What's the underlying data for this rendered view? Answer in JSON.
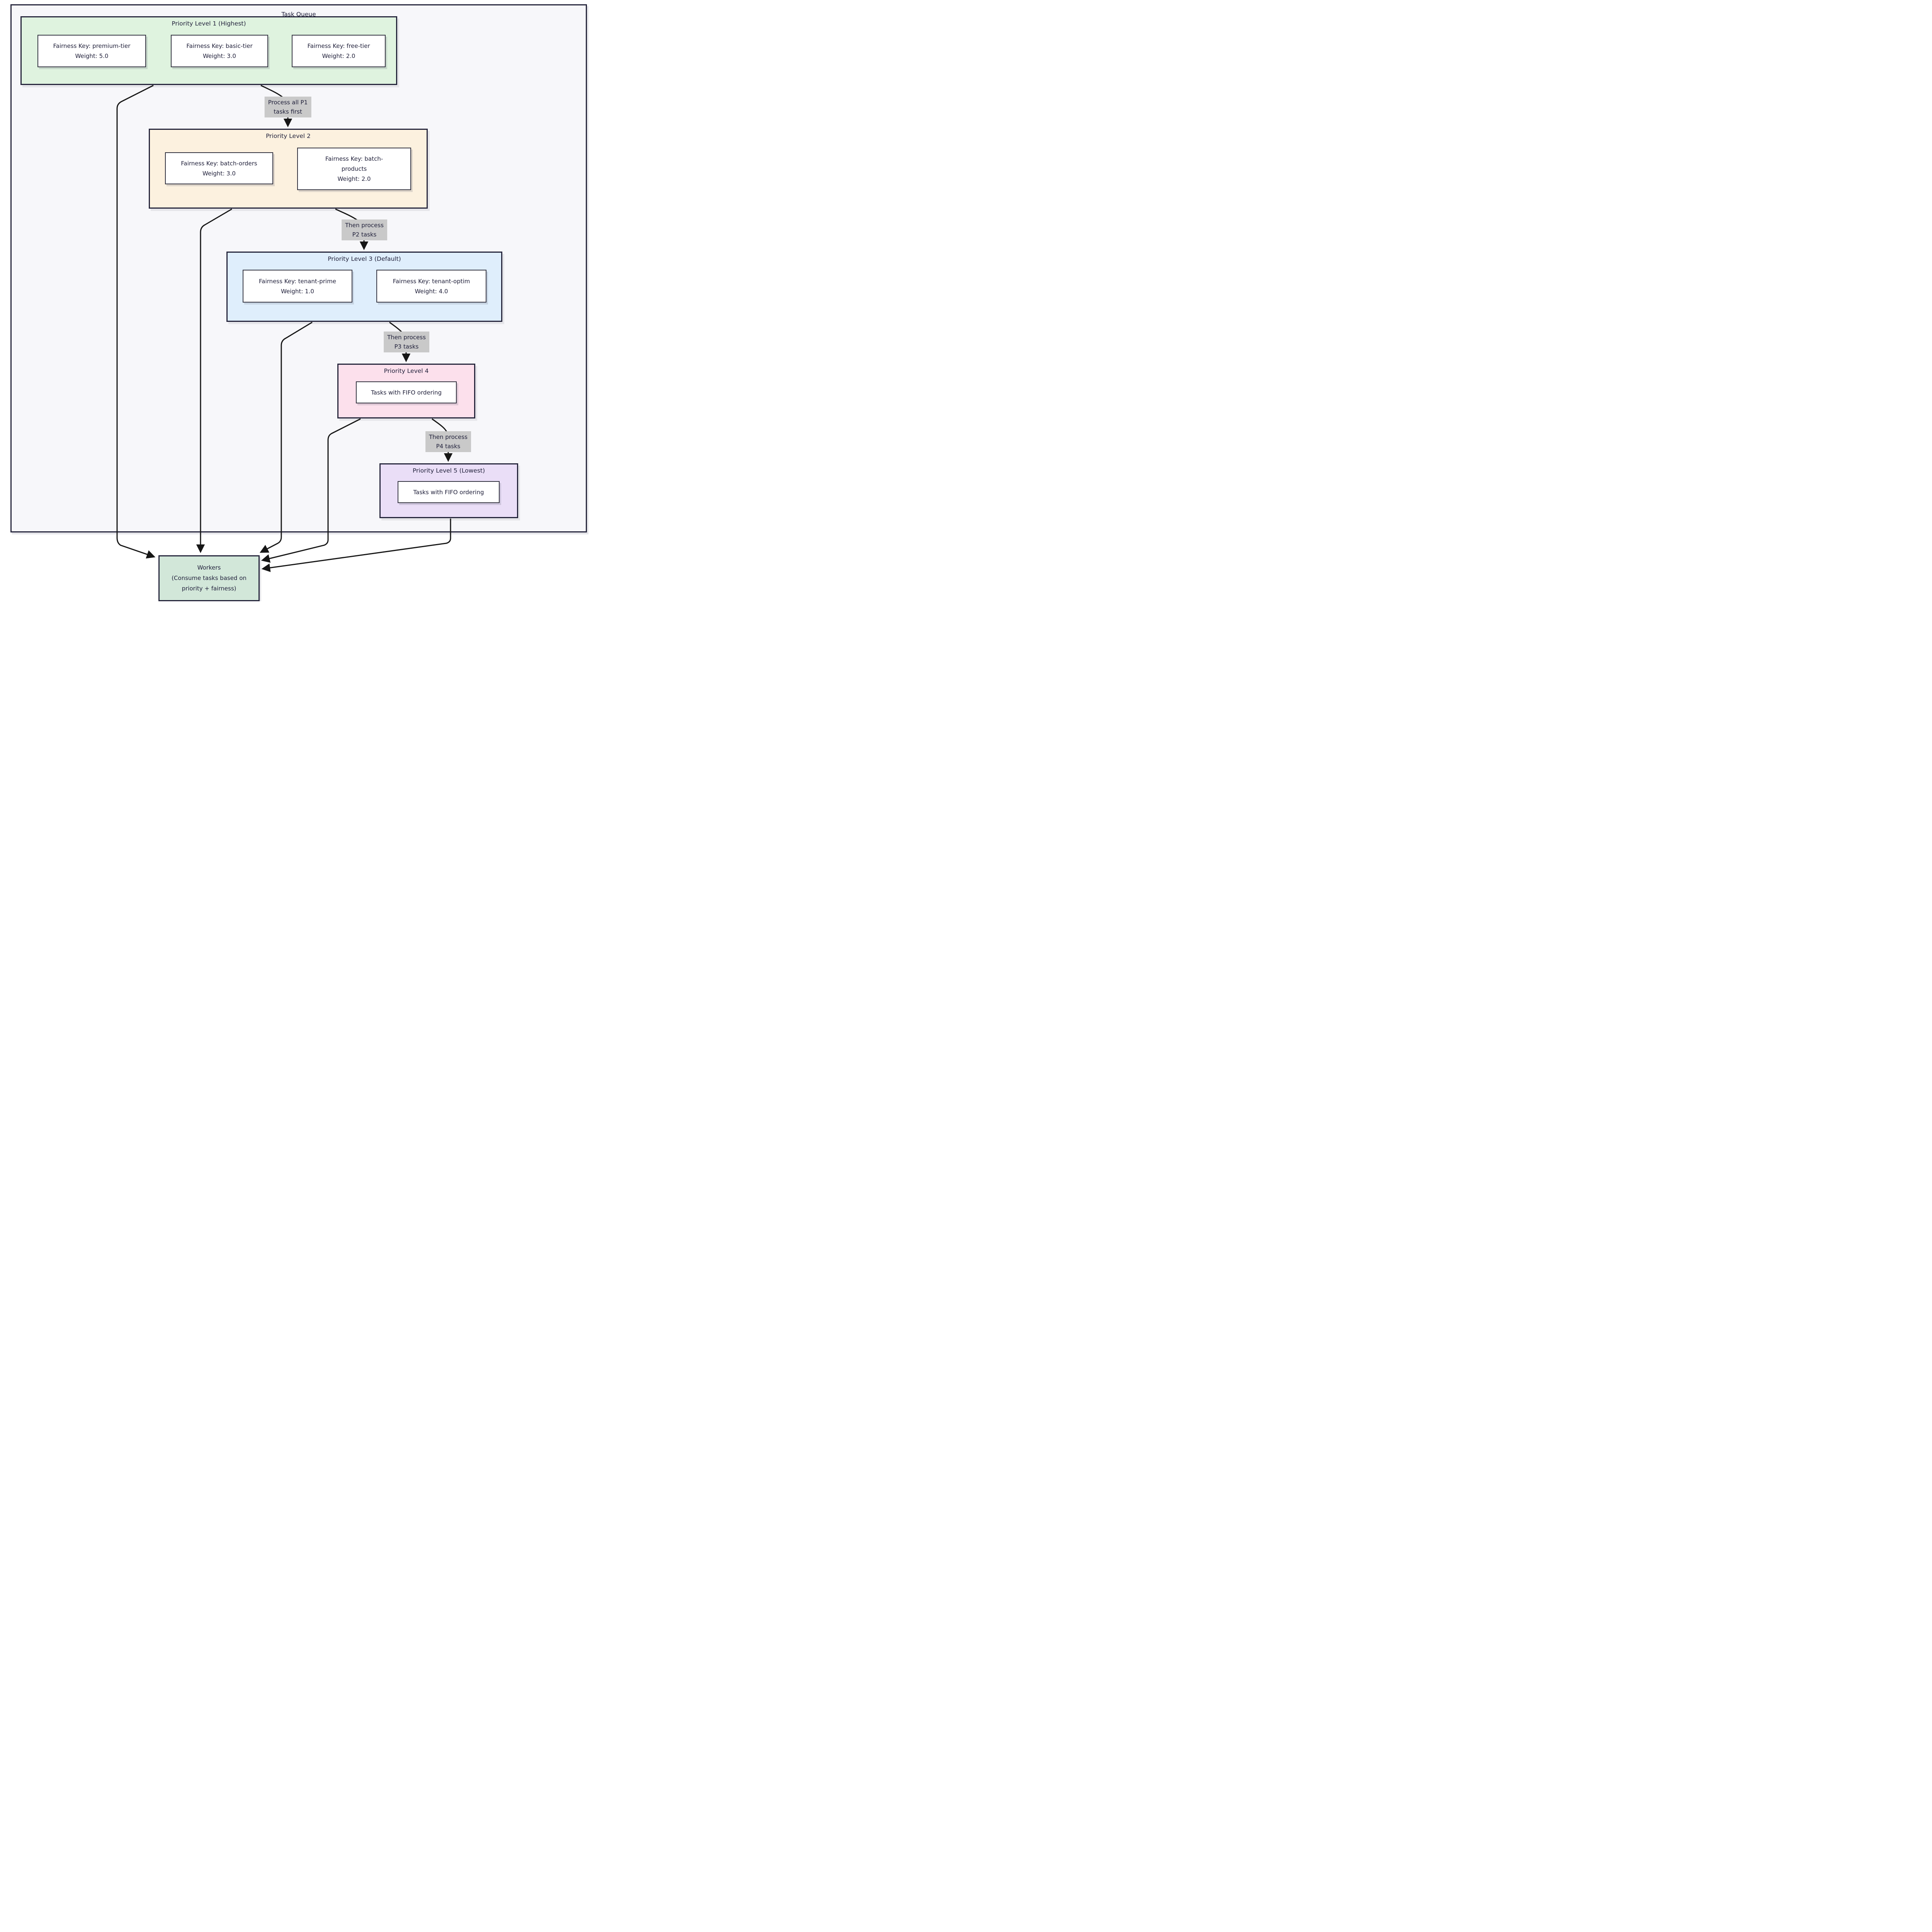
{
  "diagram": {
    "title": "Task Queue",
    "levels": [
      {
        "title": "Priority Level 1 (Highest)",
        "nodes": [
          {
            "lines": [
              "Fairness Key: premium-tier",
              "Weight: 5.0"
            ]
          },
          {
            "lines": [
              "Fairness Key: basic-tier",
              "Weight: 3.0"
            ]
          },
          {
            "lines": [
              "Fairness Key: free-tier",
              "Weight: 2.0"
            ]
          }
        ]
      },
      {
        "title": "Priority Level 2",
        "nodes": [
          {
            "lines": [
              "Fairness Key: batch-orders",
              "Weight: 3.0"
            ]
          },
          {
            "lines": [
              "Fairness Key: batch-",
              "products",
              "Weight: 2.0"
            ]
          }
        ]
      },
      {
        "title": "Priority Level 3 (Default)",
        "nodes": [
          {
            "lines": [
              "Fairness Key: tenant-prime",
              "Weight: 1.0"
            ]
          },
          {
            "lines": [
              "Fairness Key: tenant-optim",
              "Weight: 4.0"
            ]
          }
        ]
      },
      {
        "title": "Priority Level 4",
        "nodes": [
          {
            "lines": [
              "Tasks with FIFO ordering"
            ]
          }
        ]
      },
      {
        "title": "Priority Level 5 (Lowest)",
        "nodes": [
          {
            "lines": [
              "Tasks with FIFO ordering"
            ]
          }
        ]
      }
    ],
    "edge_labels": [
      {
        "line1": "Process all P1",
        "line2": "tasks first"
      },
      {
        "line1": "Then process",
        "line2": "P2 tasks"
      },
      {
        "line1": "Then process",
        "line2": "P3 tasks"
      },
      {
        "line1": "Then process",
        "line2": "P4 tasks"
      }
    ],
    "workers": {
      "line1": "Workers",
      "line2": "(Consume tasks based on",
      "line3": "priority + fairness)"
    }
  },
  "colors": {
    "ink": "#26263c",
    "nodeBorder": "#333340",
    "edge": "#161616",
    "text": "#21213b",
    "p1": "#dff3df",
    "p2": "#fcf1df",
    "p3": "#dfeefc",
    "p4": "#fce0ec",
    "p5": "#eadef7",
    "workers": "#d2e7d9",
    "labelBg": "#c9c9c9",
    "outerFill": "#f7f7fa",
    "shadow": "#e6e6ea"
  }
}
